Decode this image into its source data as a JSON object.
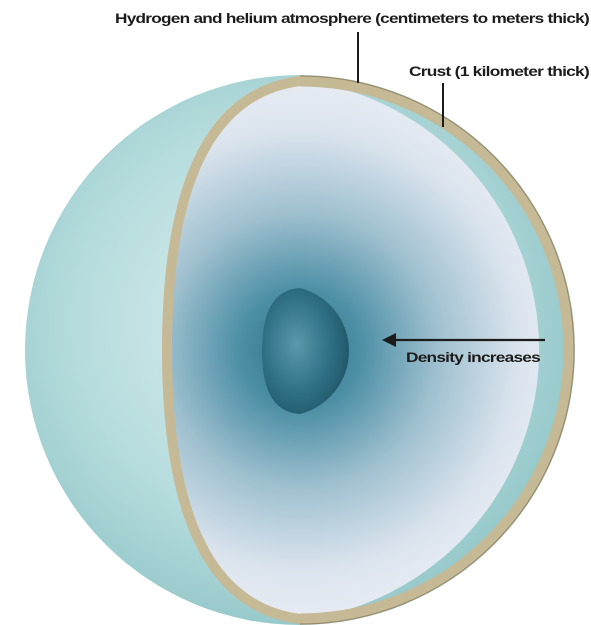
{
  "labels": {
    "atmosphere": "Hydrogen and helium atmosphere (centimeters to meters thick)",
    "crust": "Crust (1 kilometer thick)",
    "density": "Density increases"
  },
  "colors": {
    "outer_surface": "#a9d4d5",
    "crust_band": "#c5b898",
    "interior_light": "#e3e8f1",
    "interior_dark": "#4a8ba0",
    "core": "#2d6b80",
    "arrow": "#1c1c1c"
  }
}
